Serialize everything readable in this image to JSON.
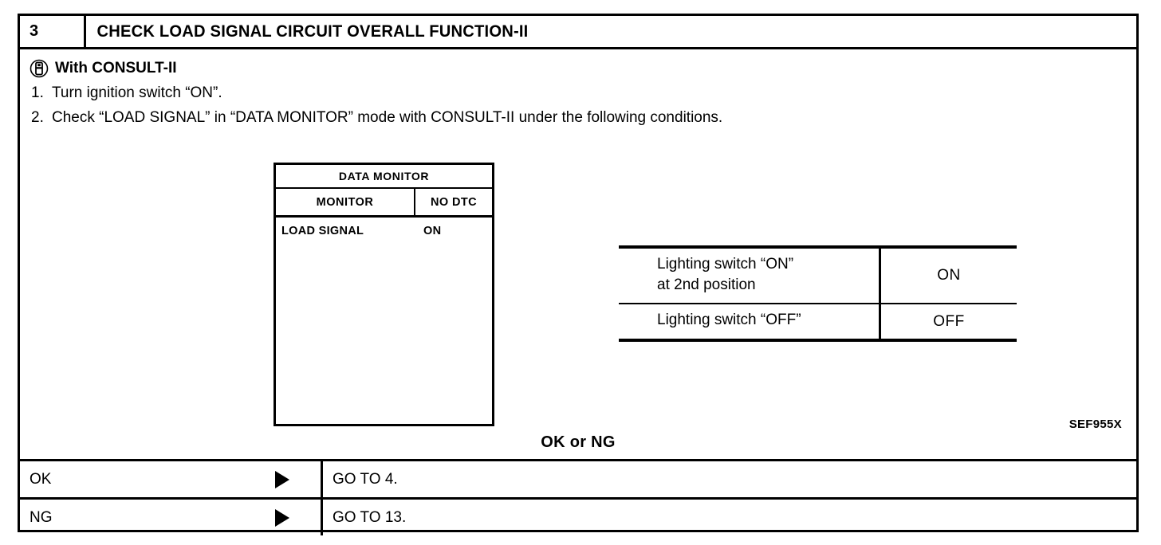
{
  "step": {
    "number": "3",
    "title": "CHECK LOAD SIGNAL CIRCUIT OVERALL FUNCTION-II"
  },
  "instructions": {
    "tool_icon": "consult-tool-icon",
    "tool_label": "With CONSULT-II",
    "items": [
      {
        "num": "1.",
        "text": "Turn ignition switch “ON”."
      },
      {
        "num": "2.",
        "text": "Check “LOAD SIGNAL” in “DATA MONITOR” mode with CONSULT-II under the following conditions."
      }
    ]
  },
  "data_monitor": {
    "title": "DATA MONITOR",
    "columns": [
      "MONITOR",
      "NO DTC"
    ],
    "rows": [
      {
        "name": "LOAD SIGNAL",
        "value": "ON"
      }
    ]
  },
  "conditions_table": {
    "rows": [
      {
        "condition": "Lighting switch “ON”\nat 2nd position",
        "value": "ON"
      },
      {
        "condition": "Lighting switch “OFF”",
        "value": "OFF"
      }
    ]
  },
  "figure_ref": "SEF955X",
  "judgement": {
    "label": "OK or NG"
  },
  "results": [
    {
      "label": "OK",
      "arrow": "right-triangle-icon",
      "action": "GO TO 4."
    },
    {
      "label": "NG",
      "arrow": "right-triangle-icon",
      "action": "GO TO 13."
    }
  ],
  "colors": {
    "ink": "#000000",
    "paper": "#ffffff"
  }
}
